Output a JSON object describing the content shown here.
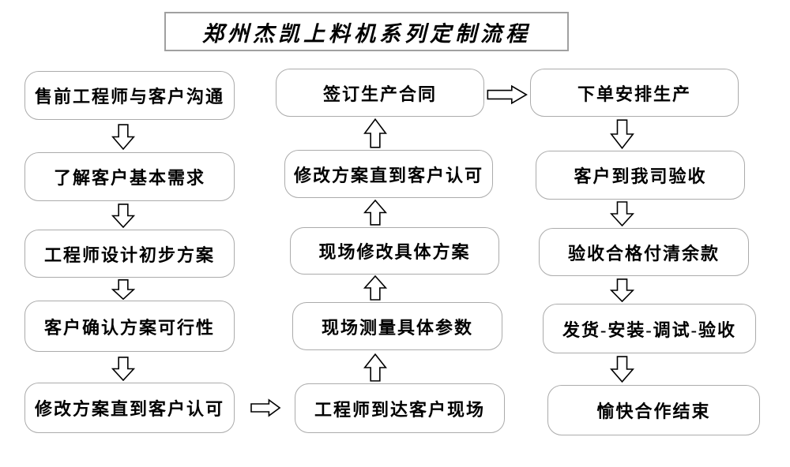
{
  "title": "郑州杰凯上料机系列定制流程",
  "nodes": {
    "left": [
      "售前工程师与客户沟通",
      "了解客户基本需求",
      "工程师设计初步方案",
      "客户确认方案可行性",
      "修改方案直到客户认可"
    ],
    "middle": [
      "签订生产合同",
      "修改方案直到客户认可",
      "现场修改具体方案",
      "现场测量具体参数",
      "工程师到达客户现场"
    ],
    "right": [
      "下单安排生产",
      "客户到我司验收",
      "验收合格付清余款",
      "发货-安装-调试-验收",
      "愉快合作结束"
    ]
  },
  "flow": {
    "left_column_direction": "down",
    "middle_column_direction": "up",
    "right_column_direction": "down",
    "left_to_middle_connector": "right",
    "middle_to_right_connector": "right"
  },
  "colors": {
    "background": "#ffffff",
    "box_border": "#ababab",
    "title_border": "#a0a0a0",
    "text": "#000000",
    "arrow_outline": "#000000",
    "arrow_fill": "#ffffff"
  }
}
